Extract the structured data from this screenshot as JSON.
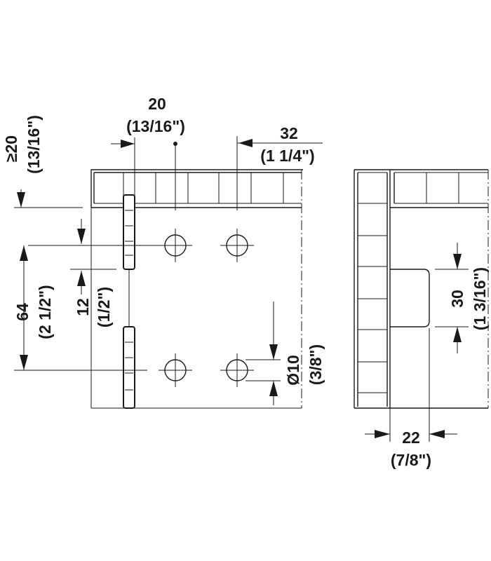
{
  "dimensions": {
    "top_gap": {
      "metric": "≥20",
      "imperial": "(13/16\")"
    },
    "hole_offset_x": {
      "metric": "20",
      "imperial": "(13/16\")"
    },
    "hole_spacing_x": {
      "metric": "32",
      "imperial": "(1 1/4\")"
    },
    "hole_spacing_y": {
      "metric": "64",
      "imperial": "(2 1/2\")"
    },
    "knuckle_gap": {
      "metric": "12",
      "imperial": "(1/2\")"
    },
    "hole_diameter": {
      "metric": "Ø10",
      "imperial": "(3/8\")"
    },
    "recess_height": {
      "metric": "30",
      "imperial": "(1 3/16\")"
    },
    "side_offset": {
      "metric": "22",
      "imperial": "(7/8\")"
    }
  },
  "colors": {
    "line": "#1a1a1a",
    "background": "#ffffff"
  }
}
